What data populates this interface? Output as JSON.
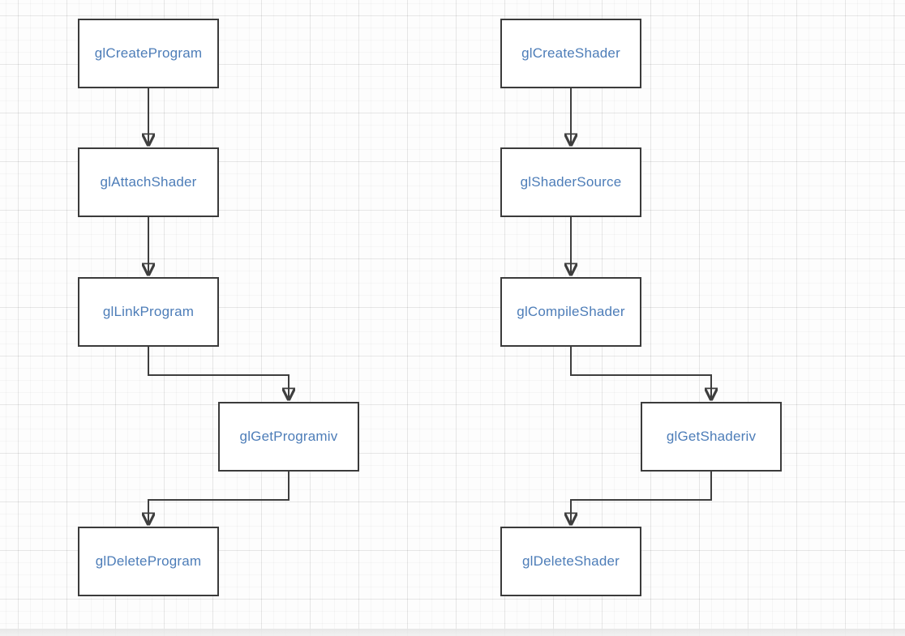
{
  "palette": {
    "canvas_bg": "#fdfdfd",
    "grid_minor": "#f6f6f6",
    "grid_major": "#ededed",
    "node_fill": "#ffffff",
    "node_border": "#3b3b3b",
    "node_text": "#4d7db8",
    "connector": "#3e3e3e",
    "arrowhead": "#111111"
  },
  "flows": [
    {
      "id": "program-lifecycle",
      "nodes": [
        "glCreateProgram",
        "glAttachShader",
        "glLinkProgram",
        "glGetProgramiv",
        "glDeleteProgram"
      ],
      "edges": [
        {
          "from": "glCreateProgram",
          "to": "glAttachShader"
        },
        {
          "from": "glAttachShader",
          "to": "glLinkProgram"
        },
        {
          "from": "glLinkProgram",
          "to": "glGetProgramiv"
        },
        {
          "from": "glGetProgramiv",
          "to": "glDeleteProgram"
        }
      ]
    },
    {
      "id": "shader-lifecycle",
      "nodes": [
        "glCreateShader",
        "glShaderSource",
        "glCompileShader",
        "glGetShaderiv",
        "glDeleteShader"
      ],
      "edges": [
        {
          "from": "glCreateShader",
          "to": "glShaderSource"
        },
        {
          "from": "glShaderSource",
          "to": "glCompileShader"
        },
        {
          "from": "glCompileShader",
          "to": "glGetShaderiv"
        },
        {
          "from": "glGetShaderiv",
          "to": "glDeleteShader"
        }
      ]
    }
  ]
}
